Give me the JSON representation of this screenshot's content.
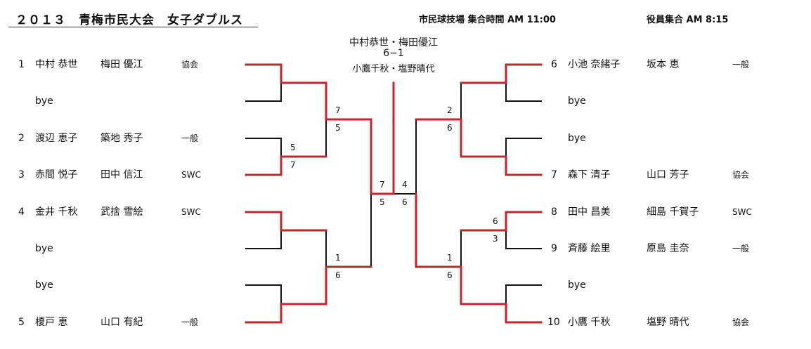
{
  "header": {
    "title": "２０１３　青梅市民大会　女子ダブルス",
    "venue_time": "市民球技場  集合時間  AM 11:00",
    "officials_time": "役員集合 AM 8:15"
  },
  "champion": {
    "winner": "中村恭世・梅田優江",
    "score": "6−1",
    "runner_up": "小鷹千秋・塩野晴代"
  },
  "left_entries": [
    {
      "seed": "1",
      "p1": "中村 恭世",
      "p2": "梅田 優江",
      "club": "協会"
    },
    {
      "seed": "",
      "p1": "bye",
      "p2": "",
      "club": ""
    },
    {
      "seed": "2",
      "p1": "渡辺 恵子",
      "p2": "築地 秀子",
      "club": "一般"
    },
    {
      "seed": "3",
      "p1": "赤間 悦子",
      "p2": "田中 信江",
      "club": "SWC"
    },
    {
      "seed": "4",
      "p1": "金井 千秋",
      "p2": "武捨 雪絵",
      "club": "SWC"
    },
    {
      "seed": "",
      "p1": "bye",
      "p2": "",
      "club": ""
    },
    {
      "seed": "",
      "p1": "bye",
      "p2": "",
      "club": ""
    },
    {
      "seed": "5",
      "p1": "榎戸 恵",
      "p2": "山口 有紀",
      "club": "一般"
    }
  ],
  "right_entries": [
    {
      "seed": "6",
      "p1": "小池 奈緒子",
      "p2": "坂本 恵",
      "club": "一般"
    },
    {
      "seed": "",
      "p1": "bye",
      "p2": "",
      "club": ""
    },
    {
      "seed": "",
      "p1": "bye",
      "p2": "",
      "club": ""
    },
    {
      "seed": "7",
      "p1": "森下 清子",
      "p2": "山口 芳子",
      "club": "協会"
    },
    {
      "seed": "8",
      "p1": "田中 昌美",
      "p2": "細島 千賀子",
      "club": "SWC"
    },
    {
      "seed": "9",
      "p1": "斉藤 絵里",
      "p2": "原島 圭奈",
      "club": "一般"
    },
    {
      "seed": "",
      "p1": "bye",
      "p2": "",
      "club": ""
    },
    {
      "seed": "10",
      "p1": "小鷹 千秋",
      "p2": "塩野 晴代",
      "club": "協会"
    }
  ],
  "scores": {
    "left_r1_m2": [
      "5",
      "7"
    ],
    "left_r2_top": [
      "7",
      "5"
    ],
    "left_r2_bottom": [
      "1",
      "6"
    ],
    "left_semi": [
      "7",
      "5"
    ],
    "right_semi": [
      "4",
      "6"
    ],
    "right_r2_top": [
      "2",
      "6"
    ],
    "right_r1_m3": [
      "6",
      "3"
    ],
    "right_r2_bottom": [
      "1",
      "6"
    ]
  },
  "colors": {
    "winner_line": "#c0282d",
    "line": "#111111"
  }
}
